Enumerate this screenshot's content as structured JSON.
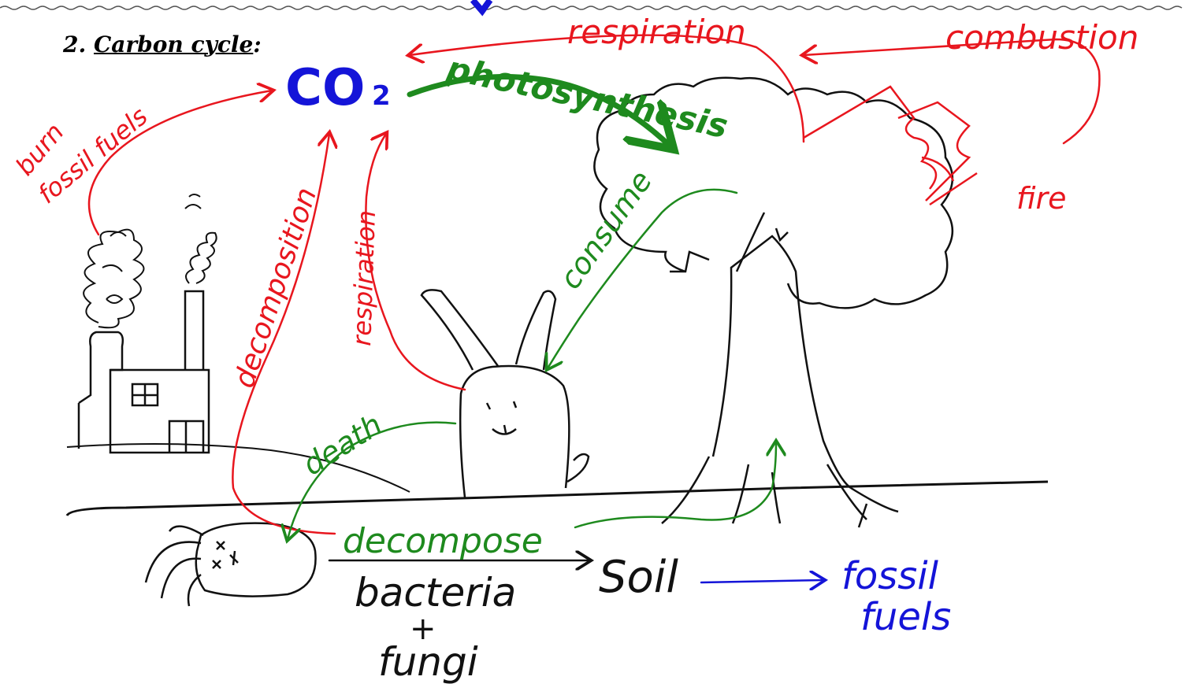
{
  "heading": {
    "number": "2.",
    "title": "Carbon cycle",
    "suffix": ":"
  },
  "co2": {
    "main": "CO",
    "sub": "2"
  },
  "labels": {
    "respiration_top": "respiration",
    "combustion": "combustion",
    "photosynthesis": "photosynthesis",
    "burn_fossil_fuels_1": "burn",
    "burn_fossil_fuels_2": "fossil fuels",
    "fire": "fire",
    "consume": "consume",
    "decomposition": "decomposition",
    "respiration_rabbit": "respiration",
    "death": "death",
    "decompose": "decompose",
    "bacteria": "bacteria",
    "plus": "+",
    "fungi": "fungi",
    "soil": "Soil",
    "fossil": "fossil",
    "fuels": "fuels"
  },
  "colors": {
    "red": "#e8161e",
    "green": "#1e8a1e",
    "blue": "#1414d8",
    "black": "#111111"
  }
}
